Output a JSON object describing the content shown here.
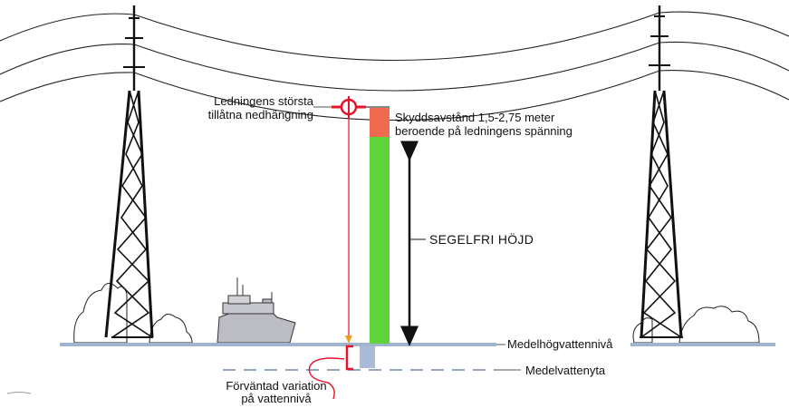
{
  "labels": {
    "max_sag_line1": "Ledningens största",
    "max_sag_line2": "tillåtna nedhängning",
    "clearance_line1": "Skyddsavstånd 1,5-2,75 meter",
    "clearance_line2": "beroende på ledningens spänning",
    "sail_free_height": "SEGELFRI HÖJD",
    "mean_high_water": "Medelhögvattennivå",
    "mean_water": "Medelvattenyta",
    "variation_line1": "Förväntad variation",
    "variation_line2": "på vattennivå"
  },
  "colors": {
    "clearance_zone": "#ef6a4f",
    "sail_free_zone": "#5fd33a",
    "sag_marker": "#e8132a",
    "variation_marker": "#e8132a",
    "water_line": "#9fb4cf",
    "water_variation": "#a9bbd8",
    "pylon": "#111111",
    "vessel": "#bcbcc4"
  },
  "icons": {
    "sag_marker": "crosshair-circle-icon",
    "height_arrow": "double-arrow-icon",
    "vessel": "ship-icon"
  }
}
